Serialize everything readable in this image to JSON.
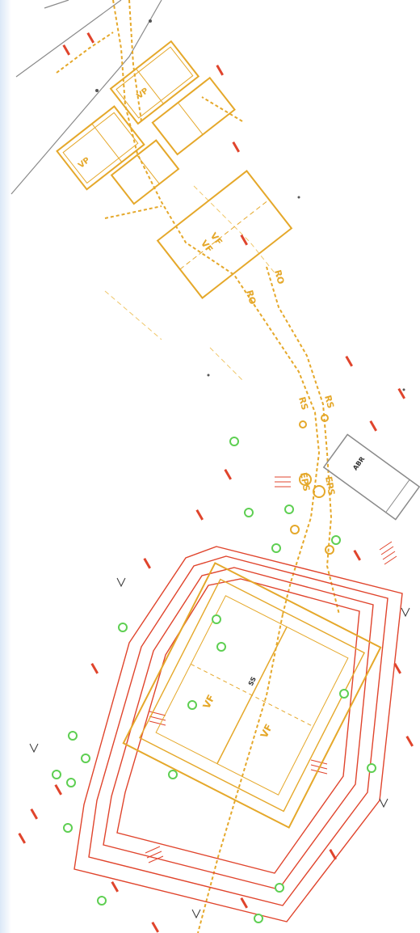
{
  "colors": {
    "yellow": "#e5a82a",
    "yellow_light": "#f0c76a",
    "red": "#e0442c",
    "red_light": "#f07a5c",
    "green": "#5ecf52",
    "gray": "#8a8a8a",
    "dark": "#333333"
  },
  "labels": {
    "upper_block_a": "VP",
    "upper_block_b": "VP",
    "hall_1": "VF",
    "hall_2": "VF",
    "route_1": "RO",
    "route_2": "RO",
    "route_3": "RS",
    "route_4": "RS",
    "eps_1": "EPS",
    "eps_2": "EPS",
    "field_1": "VF",
    "field_2": "VF",
    "field_mid": "SS",
    "gray_building": "ABR"
  }
}
